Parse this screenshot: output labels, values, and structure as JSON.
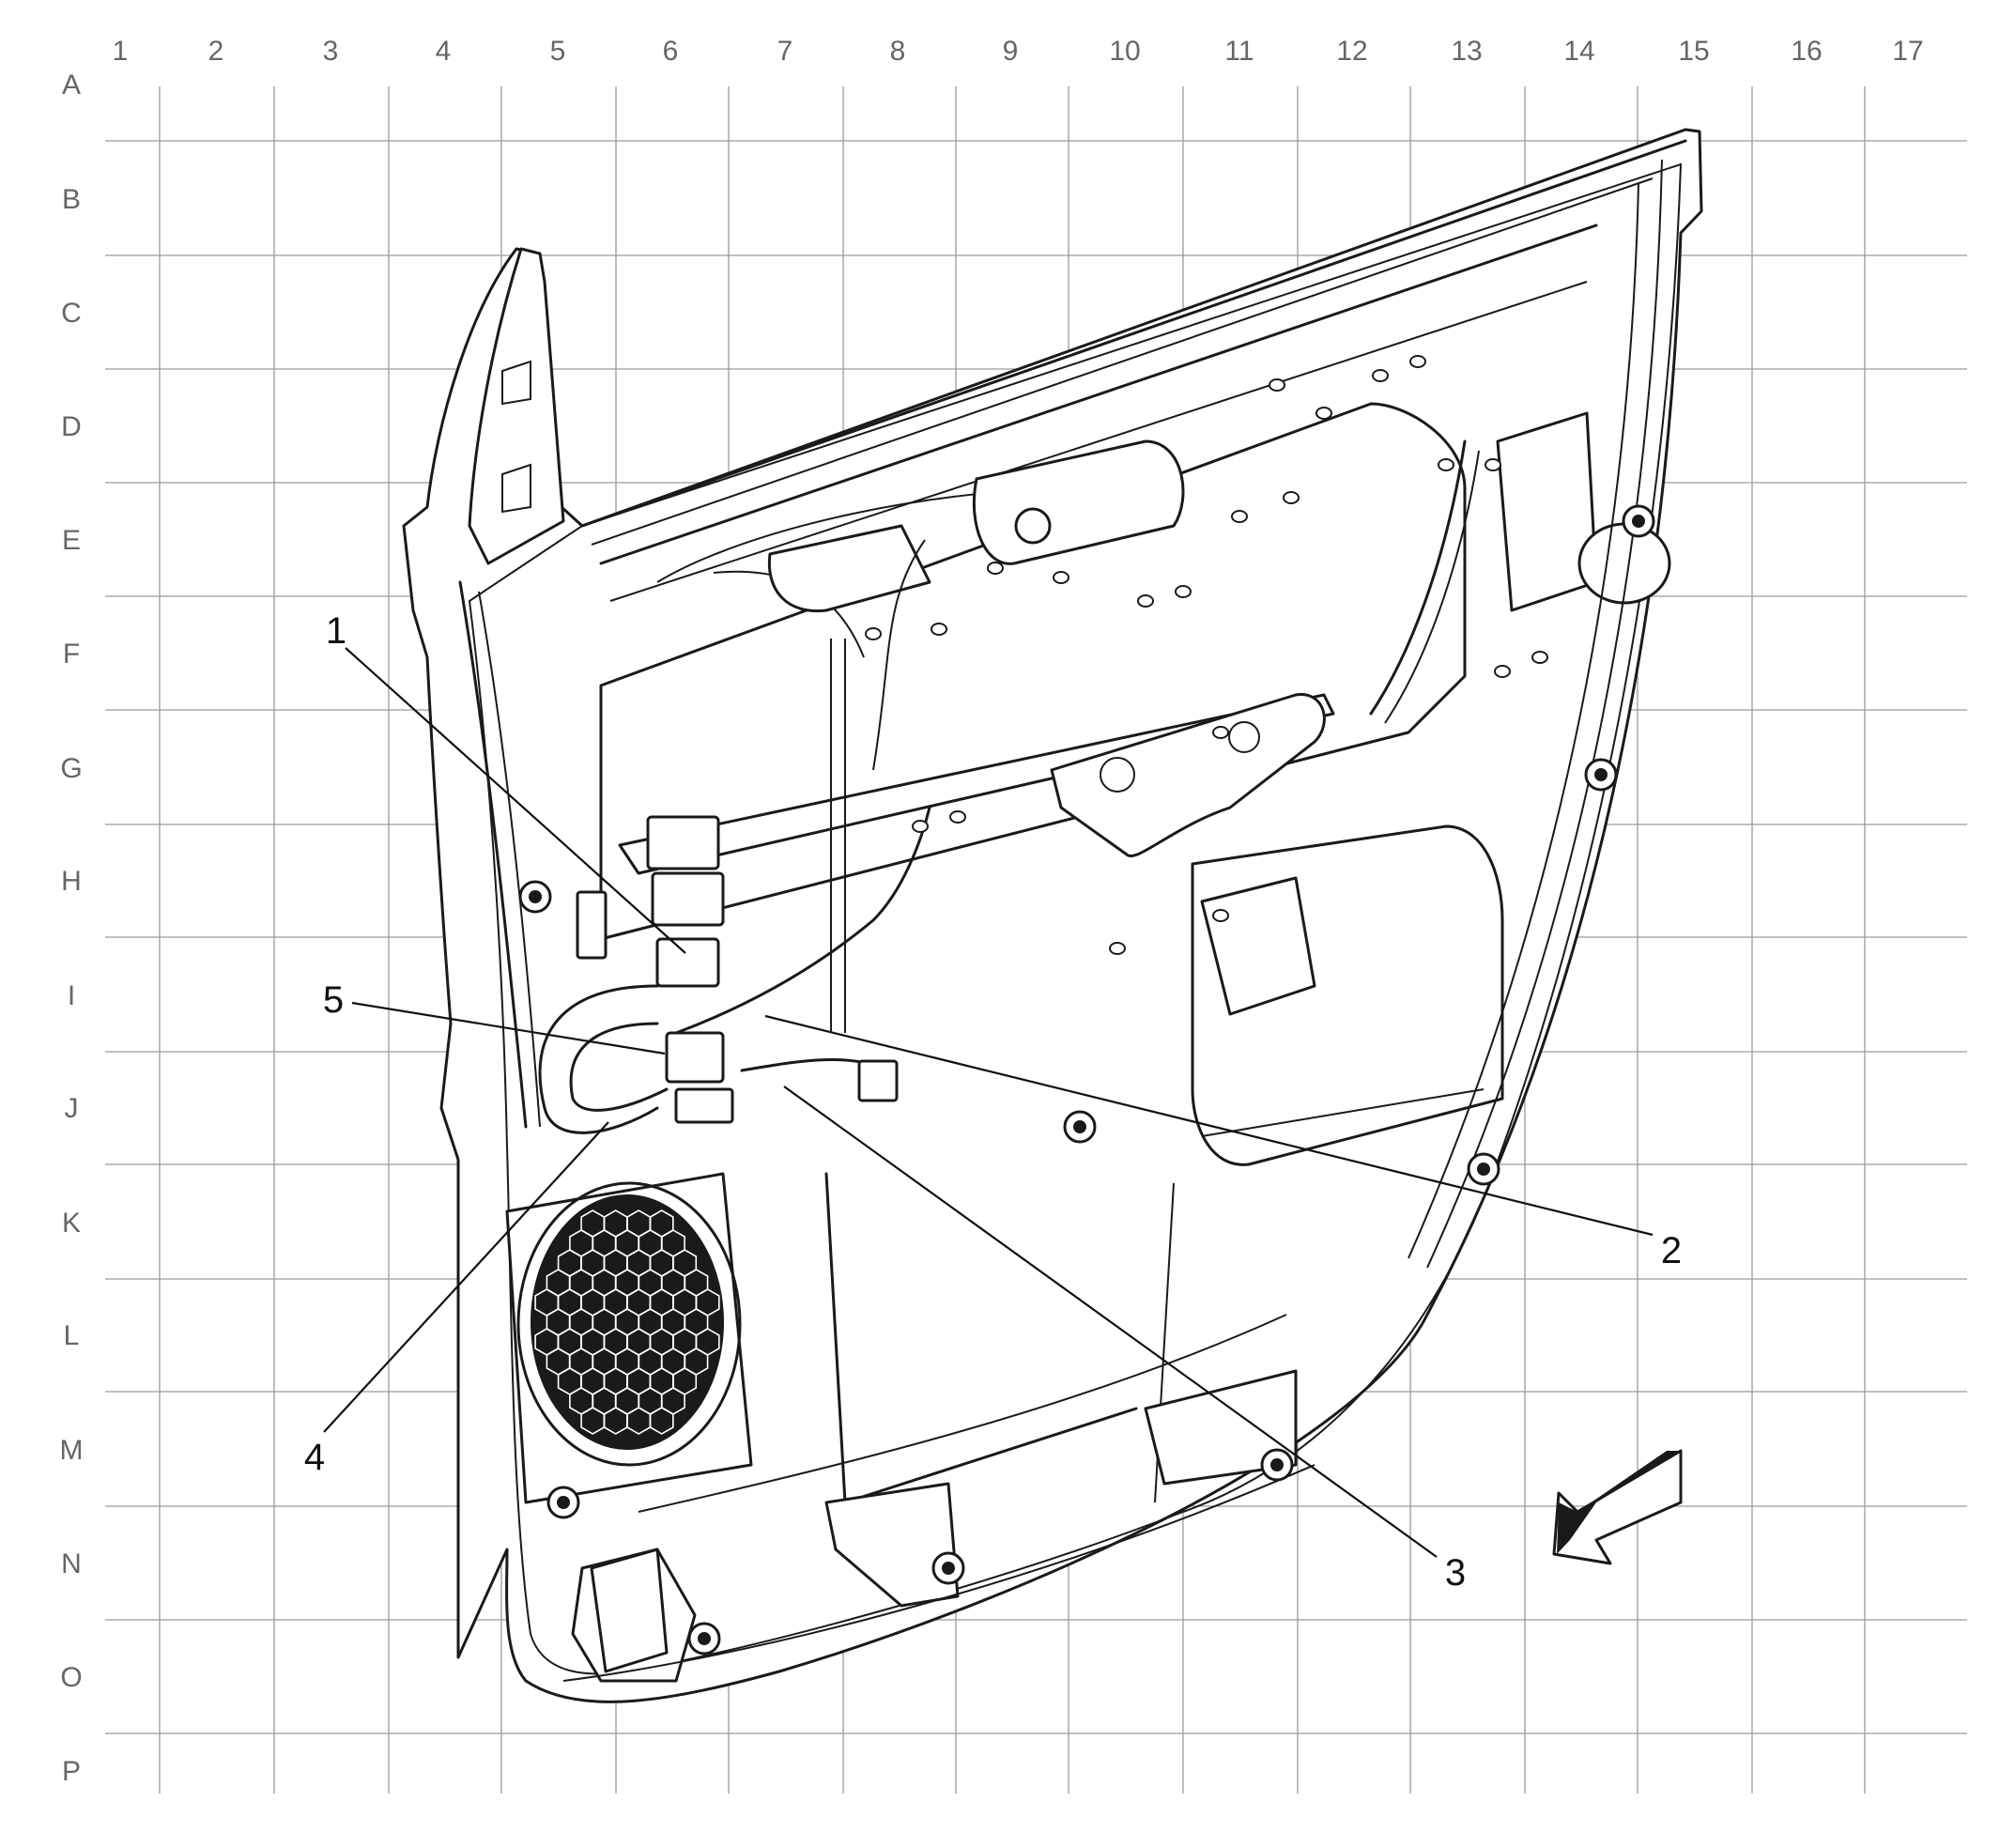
{
  "grid": {
    "columns": [
      "1",
      "2",
      "3",
      "4",
      "5",
      "6",
      "7",
      "8",
      "9",
      "10",
      "11",
      "12",
      "13",
      "14",
      "15",
      "16",
      "17"
    ],
    "rows": [
      "A",
      "B",
      "C",
      "D",
      "E",
      "F",
      "G",
      "H",
      "I",
      "J",
      "K",
      "L",
      "M",
      "N",
      "O",
      "P"
    ]
  },
  "callouts": [
    {
      "label": "1"
    },
    {
      "label": "2"
    },
    {
      "label": "3"
    },
    {
      "label": "4"
    },
    {
      "label": "5"
    }
  ],
  "icons": {
    "direction_arrow": "front-direction-arrow-icon",
    "speaker": "speaker-grille-icon"
  },
  "colors": {
    "line": "#1a1a1a",
    "grid": "#9a9a9a",
    "label": "#666666",
    "background": "#ffffff"
  }
}
